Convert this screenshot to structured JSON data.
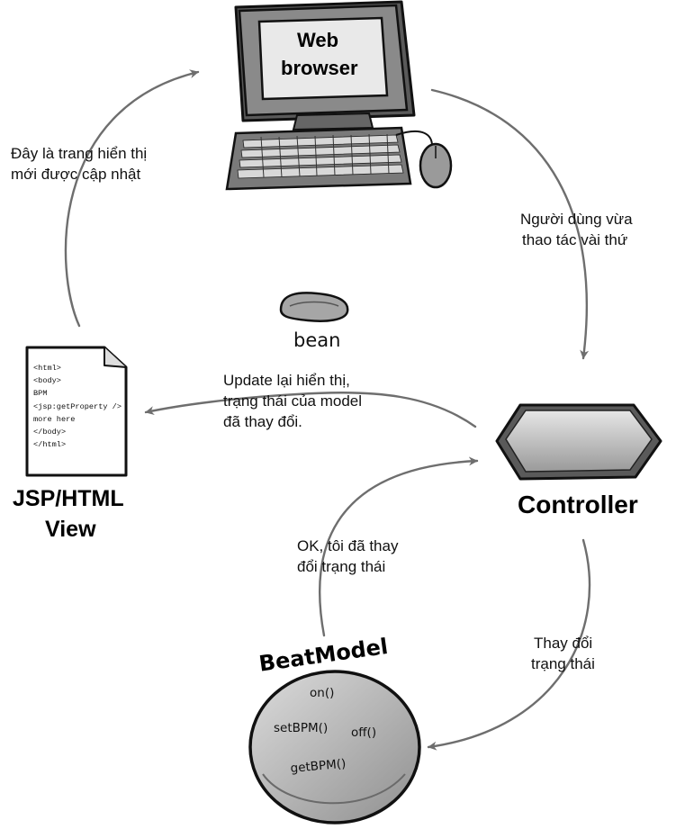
{
  "web_browser": {
    "line1": "Web",
    "line2": "browser"
  },
  "jsp_view": {
    "code_lines": [
      "<html>",
      "<body>",
      "BPM",
      "<jsp:getProperty />",
      "more here",
      "</body>",
      "</html>"
    ],
    "title_line1": "JSP/HTML",
    "title_line2": "View"
  },
  "bean": {
    "label": "bean"
  },
  "controller": {
    "label": "Controller"
  },
  "beat_model": {
    "title": "BeatModel",
    "methods": [
      "on()",
      "setBPM()",
      "off()",
      "getBPM()"
    ]
  },
  "arrow_labels": {
    "new_display": [
      "Đây là trang hiển thị",
      "mới được cập nhật"
    ],
    "user_action": [
      "Người dùng vừa",
      "thao tác vài thứ"
    ],
    "update_display": [
      "Update lại hiển thị,",
      "trạng thái của model",
      "đã thay đổi."
    ],
    "ok_changed": [
      "OK, tôi đã thay",
      "đổi trạng thái"
    ],
    "change_state": [
      "Thay đổi",
      "trạng thái"
    ]
  }
}
